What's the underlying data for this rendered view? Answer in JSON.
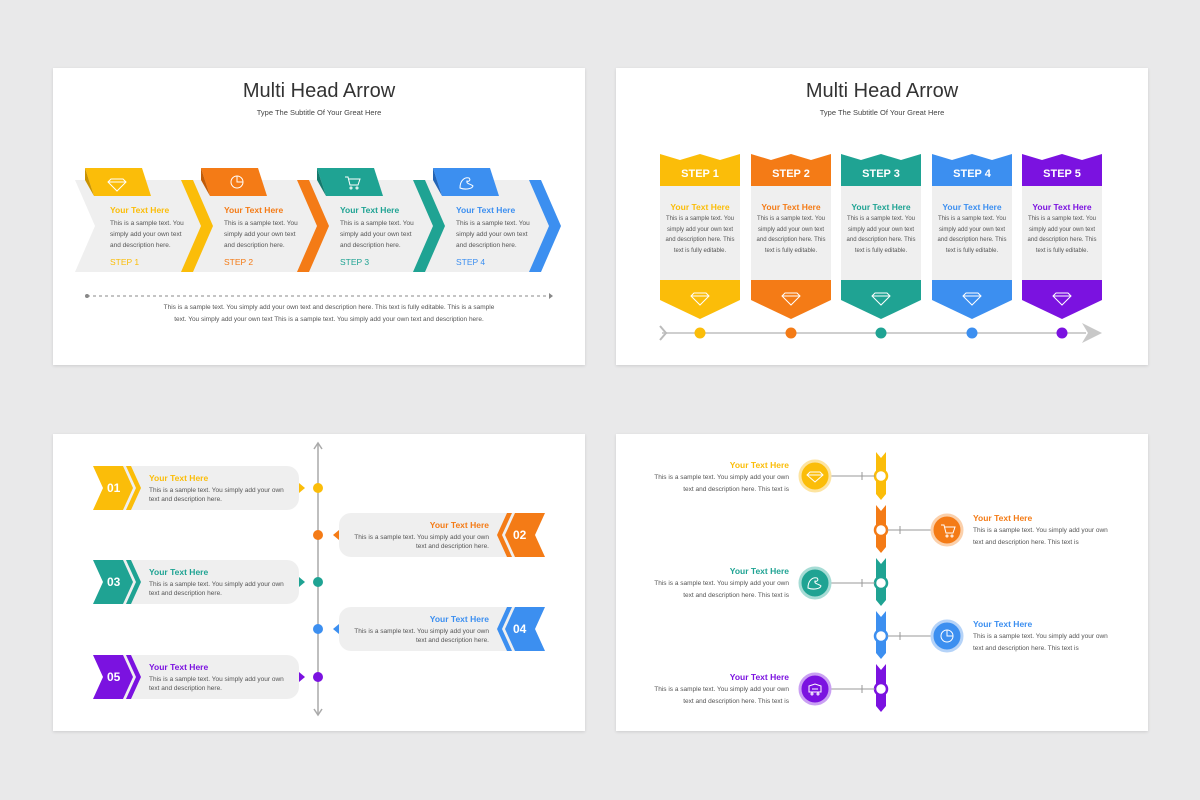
{
  "colors": {
    "yellow": "#fbbd09",
    "orange": "#f47b16",
    "teal": "#1fa393",
    "blue": "#3c8ff0",
    "purple": "#7b12e0",
    "gray": "#eeeeee"
  },
  "slide1": {
    "title": "Multi Head Arrow",
    "subtitle": "Type The Subtitle Of Your Great Here",
    "steps": [
      {
        "heading": "Your Text Here",
        "body": "This is a sample text. You simply add your own text and description here.",
        "step": "STEP 1",
        "icon": "diamond-icon"
      },
      {
        "heading": "Your Text Here",
        "body": "This is a sample text. You simply add your own text and description here.",
        "step": "STEP 2",
        "icon": "pie-chart-icon"
      },
      {
        "heading": "Your Text Here",
        "body": "This is a sample text. You simply add your own text and description here.",
        "step": "STEP 3",
        "icon": "cart-icon"
      },
      {
        "heading": "Your Text Here",
        "body": "This is a sample text. You simply add your own text and description here.",
        "step": "STEP 4",
        "icon": "muscle-icon"
      }
    ],
    "footer": "This is a sample text. You simply add your own text and description here. This text is fully editable. This is a sample text. You simply add your own text This is a sample text. You simply add your own text and description here."
  },
  "slide2": {
    "title": "Multi Head Arrow",
    "subtitle": "Type The Subtitle Of Your Great Here",
    "steps": [
      {
        "label": "STEP 1",
        "heading": "Your Text Here",
        "body": "This is a sample text. You simply add your own text and description here. This text is fully editable.",
        "icon": "diamond-icon"
      },
      {
        "label": "STEP 2",
        "heading": "Your Text Here",
        "body": "This is a sample text. You simply add your own text and description here. This text is fully editable.",
        "icon": "diamond-icon"
      },
      {
        "label": "STEP 3",
        "heading": "Your Text Here",
        "body": "This is a sample text. You simply add your own text and description here. This text is fully editable.",
        "icon": "diamond-icon"
      },
      {
        "label": "STEP 4",
        "heading": "Your Text Here",
        "body": "This is a sample text. You simply add your own text and description here. This text is fully editable.",
        "icon": "diamond-icon"
      },
      {
        "label": "STEP 5",
        "heading": "Your Text Here",
        "body": "This is a sample text. You simply add your own text and description here. This text is fully editable.",
        "icon": "diamond-icon"
      }
    ]
  },
  "slide3": {
    "items": [
      {
        "num": "01",
        "heading": "Your Text Here",
        "body": "This is a sample text. You simply add your own text and description here."
      },
      {
        "num": "02",
        "heading": "Your Text Here",
        "body": "This is a sample text. You simply add your own text and description here."
      },
      {
        "num": "03",
        "heading": "Your Text Here",
        "body": "This is a sample text. You simply add your own text and description here."
      },
      {
        "num": "04",
        "heading": "Your Text Here",
        "body": "This is a sample text. You simply add your own text and description here."
      },
      {
        "num": "05",
        "heading": "Your Text Here",
        "body": "This is a sample text. You simply add your own text and description here."
      }
    ]
  },
  "slide4": {
    "items": [
      {
        "heading": "Your Text Here",
        "body": "This is a sample text. You simply add your own text and description here. This text is",
        "icon": "diamond-icon"
      },
      {
        "heading": "Your Text Here",
        "body": "This is a sample text. You simply add your own text and description here. This text is",
        "icon": "cart-icon"
      },
      {
        "heading": "Your Text Here",
        "body": "This is a sample text. You simply add your own text and description here. This text is",
        "icon": "muscle-icon"
      },
      {
        "heading": "Your Text Here",
        "body": "This is a sample text. You simply add your own text and description here. This text is",
        "icon": "pie-chart-icon"
      },
      {
        "heading": "Your Text Here",
        "body": "This is a sample text. You simply add your own text and description here. This text is",
        "icon": "rocket-icon"
      }
    ]
  }
}
